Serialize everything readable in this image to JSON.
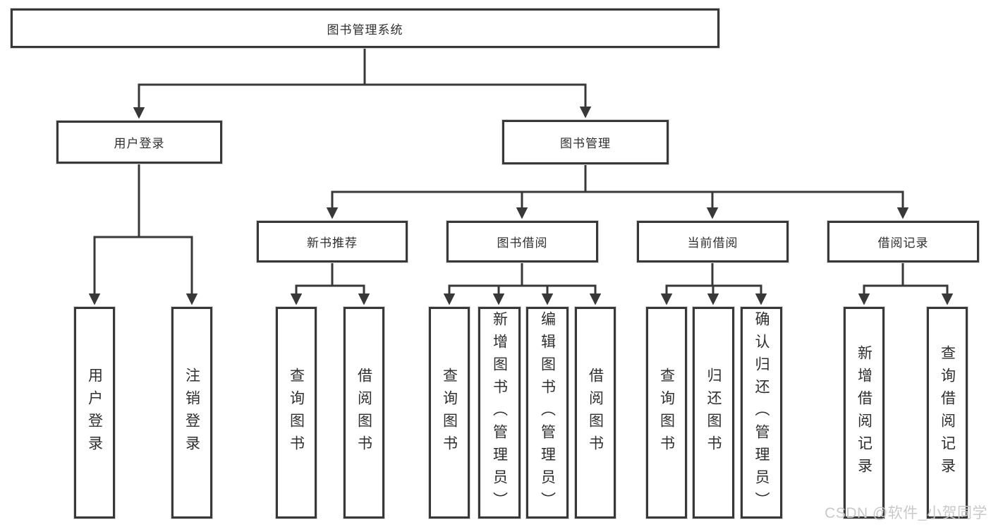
{
  "diagram": {
    "type": "hierarchy-chart",
    "root": "图书管理系统",
    "level2": {
      "user_login": "用户登录",
      "book_mgmt": "图书管理"
    },
    "user_login_children": [
      "用户登录",
      "注销登录"
    ],
    "groups": [
      {
        "label": "新书推荐",
        "children": [
          "查询图书",
          "借阅图书"
        ]
      },
      {
        "label": "图书借阅",
        "children": [
          "查询图书",
          "新增图书（管理员）",
          "编辑图书（管理员）",
          "借阅图书"
        ]
      },
      {
        "label": "当前借阅",
        "children": [
          "查询图书",
          "归还图书",
          "确认归还（管理员）"
        ]
      },
      {
        "label": "借阅记录",
        "children": [
          "新增借阅记录",
          "查询借阅记录"
        ]
      }
    ]
  },
  "watermark": "CSDN @软件_小贺同学",
  "colors": {
    "line": "#383838",
    "box_border": "#383838",
    "text": "#2f2f2f",
    "watermark": "#c9c9c9",
    "background": "#ffffff"
  }
}
